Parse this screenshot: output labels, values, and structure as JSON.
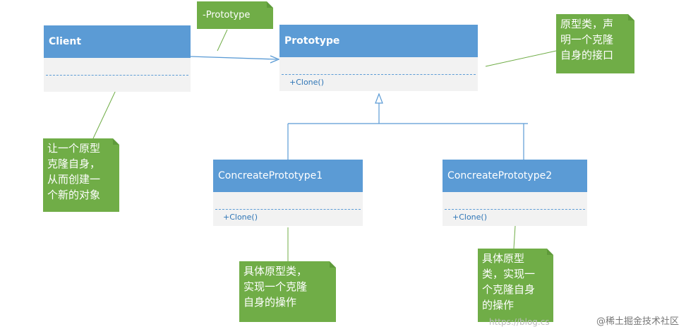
{
  "classes": {
    "client": {
      "name": "Client"
    },
    "prototype": {
      "name": "Prototype",
      "operation": "+Clone()"
    },
    "concrete1": {
      "name": "ConcreatePrototype1",
      "operation": "+Clone()"
    },
    "concrete2": {
      "name": "ConcreatePrototype2",
      "operation": "+Clone()"
    }
  },
  "association_label": "-Prototype",
  "notes": {
    "prototype_note": [
      "原型类，声",
      "明一个克隆",
      "自身的接口"
    ],
    "client_note": [
      "让一个原型",
      "克隆自身，",
      "从而创建一",
      "个新的对象"
    ],
    "concrete1_note": [
      "具体原型类，",
      "实现一个克隆",
      "自身的操作"
    ],
    "concrete2_note": [
      "具体原型",
      "类，实现一",
      "个克隆自身",
      "的操作"
    ]
  },
  "watermark": "@稀土掘金技术社区",
  "url_fragment": "https://blog.cs",
  "colors": {
    "class_header": "#5b9bd5",
    "class_body": "#f2f2f2",
    "note": "#70ad47",
    "line": "#5b9bd5"
  }
}
